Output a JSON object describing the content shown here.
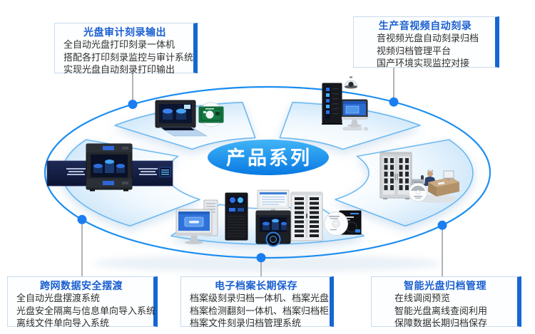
{
  "diagram": {
    "center_label": "产品系列",
    "accent_color": "#1b8df0",
    "title_color": "#1a5fd0",
    "product_icons": [
      "disc-publisher-with-banner-icon",
      "disc-duplicator-and-green-card-cd-icon",
      "server-tower-camera-monitor-icon",
      "archive-cabinet-and-operator-desk-icon",
      "workstation-tower-publisher-cabinet-cd-icon"
    ]
  },
  "callouts": {
    "top_left": {
      "title": "光盘审计刻录输出",
      "lines": [
        "全自动光盘打印刻录一体机",
        "搭配各打印刻录监控与审计系统",
        "实现光盘自动刻录打印输出"
      ]
    },
    "top_right": {
      "title": "生产音视频自动刻录",
      "lines": [
        "音视频光盘自动刻录归档",
        "视频归档管理平台",
        "国产环境实现监控对接"
      ]
    },
    "bottom_left": {
      "title": "跨网数据安全摆渡",
      "lines": [
        "全自动光盘摆渡系统",
        "光盘安全隔离与信息单向导入系统",
        "离线文件单向导入系统"
      ]
    },
    "bottom_center": {
      "title": "电子档案长期保存",
      "lines": [
        "档案级刻录归档一体机、档案光盘",
        "档案检测翻刻一体机、档案归档柜",
        "档案文件刻录归档管理系统"
      ]
    },
    "bottom_right": {
      "title": "智能光盘归档管理",
      "lines": [
        "在线调阅预览",
        "智能光盘离线查阅利用",
        "保障数据长期归档保存"
      ]
    }
  }
}
